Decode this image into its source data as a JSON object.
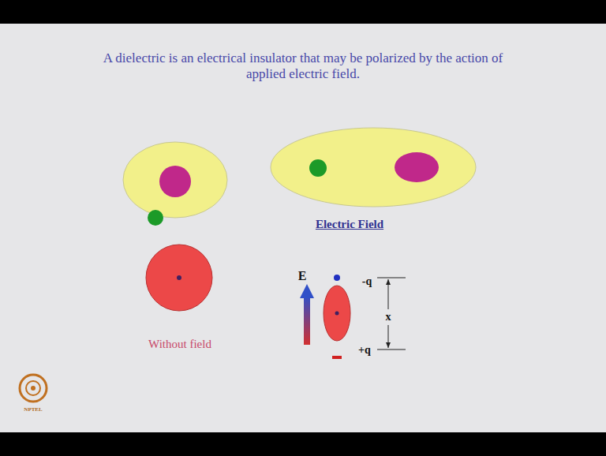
{
  "diagram": {
    "title": "A dielectric is an electrical insulator that may be polarized by the action of applied electric field.",
    "labels": [
      "Electric Field",
      "Without field",
      "E",
      "-q",
      "x",
      "+q",
      "NPTEL"
    ]
  }
}
